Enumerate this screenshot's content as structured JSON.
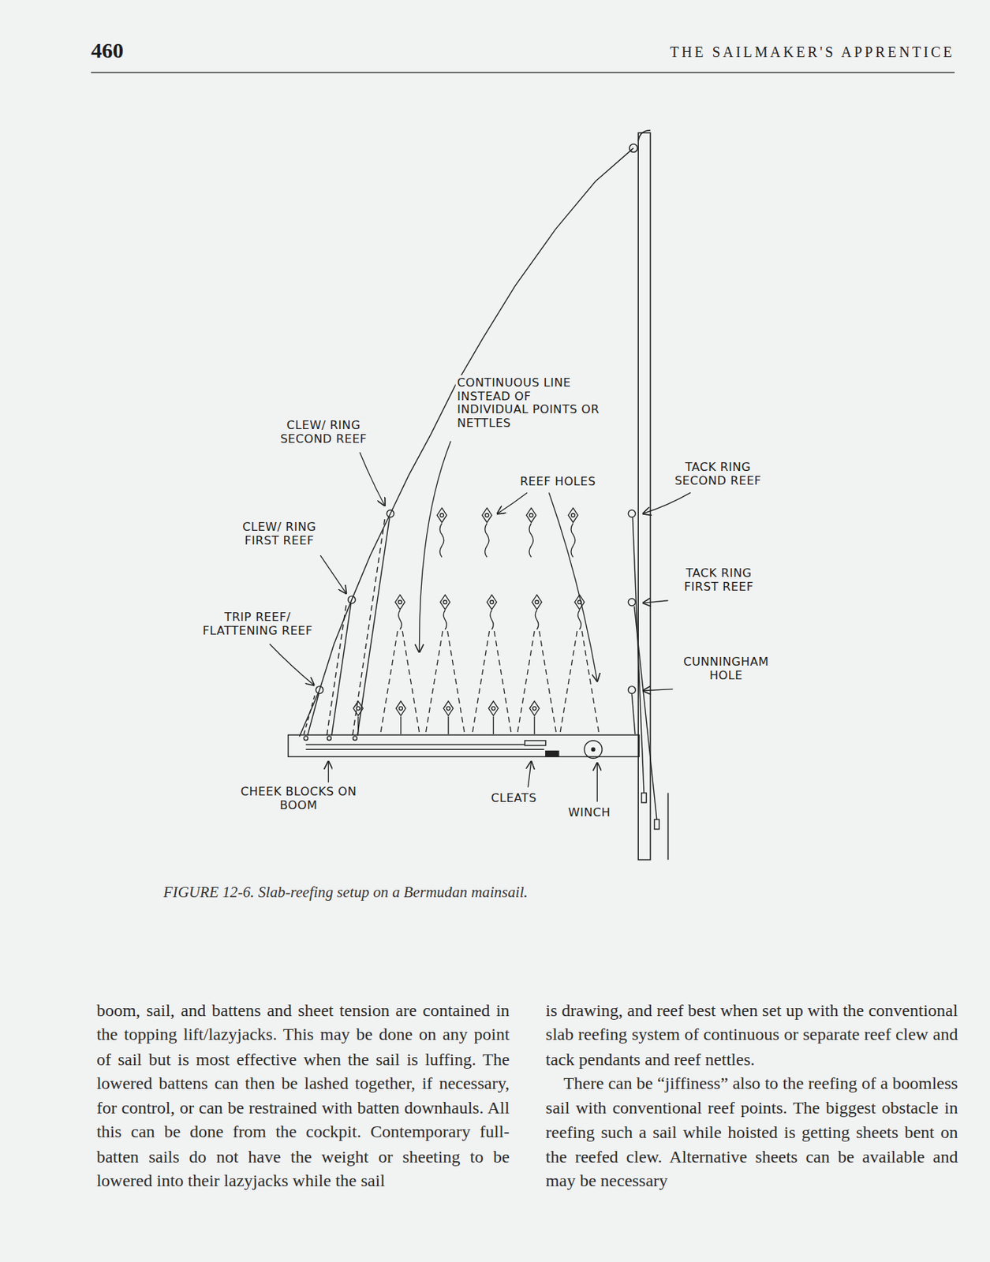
{
  "diagram": {
    "caption": "FIGURE 12-6. Slab-reefing setup on a Bermudan mainsail.",
    "labels": [
      "460",
      "THE SAILMAKER'S APPRENTICE",
      "CONTINUOUS LINE INSTEAD OF INDIVIDUAL POINTS OR NETTLES",
      "CLEW/ RING SECOND REEF",
      "REEF HOLES",
      "TACK RING SECOND REEF",
      "CLEW/ RING FIRST REEF",
      "TACK RING FIRST REEF",
      "TRIP REEF/ FLATTENING REEF",
      "CUNNINGHAM HOLE",
      "CHEEK BLOCKS ON BOOM",
      "CLEATS",
      "WINCH",
      "boom, sail, and battens and sheet tension are contained in the topping lift/lazyjacks. This may be done on any point of sail but is most effective when the sail is luffing. The lowered battens can then be lashed together, if necessary, for control, or can be restrained with batten downhauls. All this can be done from the cockpit. Contemporary full-batten sails do not have the weight or sheeting to be lowered into their lazyjacks while the sail",
      "is drawing, and reef best when set up with the conventional slab reefing system of continuous or separate reef clew and tack pendants and reef nettles.",
      "There can be “jiffiness” also to the reefing of a boomless sail with conventional reef points. The biggest obstacle in reefing such a sail while hoisted is getting sheets bent on the reefed clew. Alternative sheets can be available and may be necessary"
    ]
  }
}
